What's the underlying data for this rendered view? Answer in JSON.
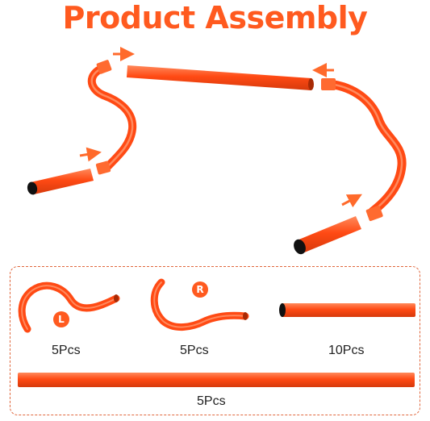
{
  "title": "Product Assembly",
  "parts": [
    {
      "id": "left-bend",
      "side_badge": "L",
      "qty_label": "5Pcs"
    },
    {
      "id": "right-bend",
      "side_badge": "R",
      "qty_label": "5Pcs"
    },
    {
      "id": "short-tube",
      "qty_label": "10Pcs"
    },
    {
      "id": "long-tube",
      "qty_label": "5Pcs"
    }
  ],
  "colors": {
    "accent": "#ff5a1f",
    "tube": "#ff4a14",
    "tube_highlight": "#ff8a5c",
    "tube_shade": "#d63a0c",
    "arrow": "#ff6a2b",
    "box_border": "#e0673d"
  }
}
